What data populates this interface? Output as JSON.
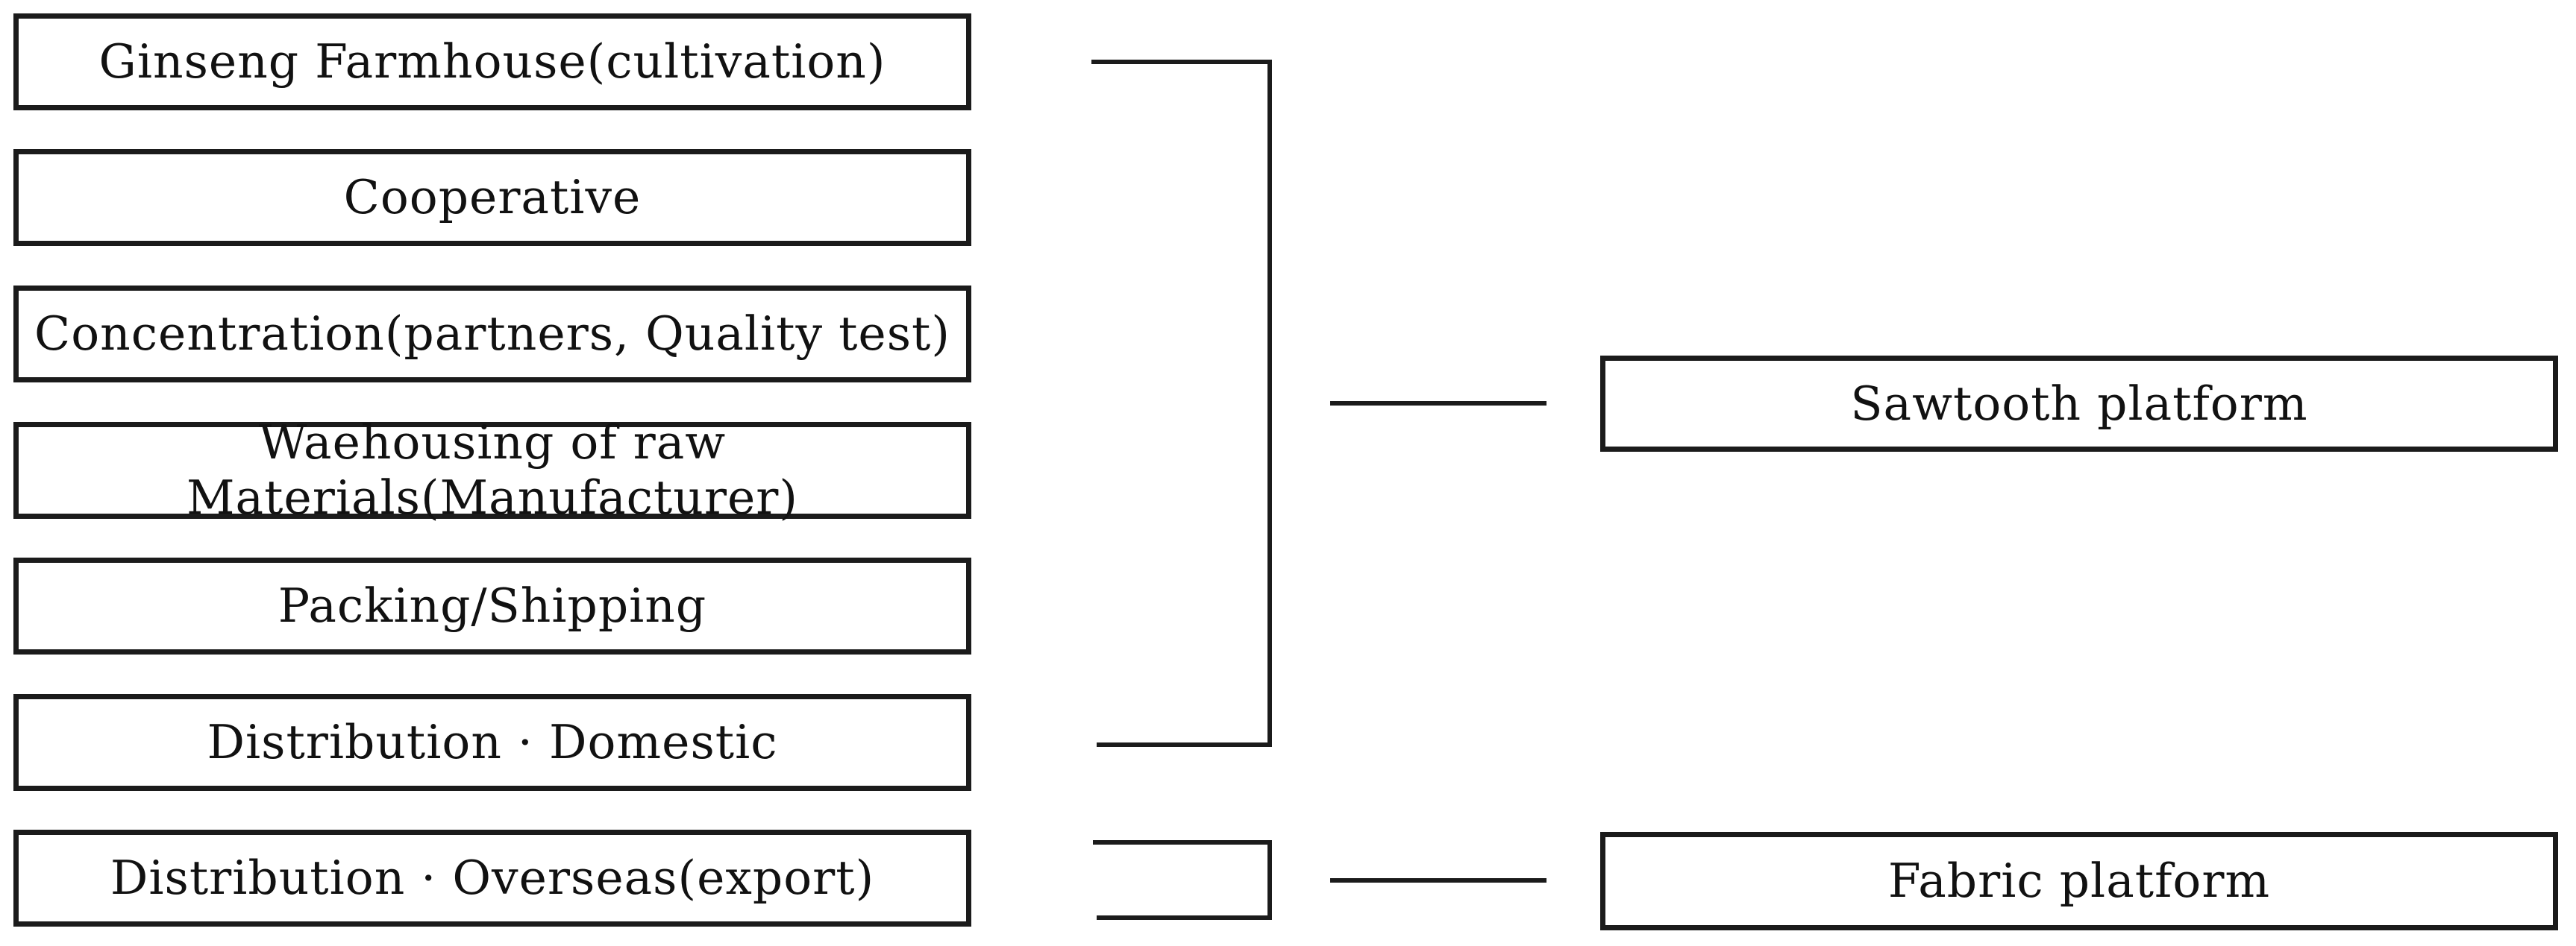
{
  "boxes": {
    "left": [
      {
        "lines": [
          "Ginseng Farmhouse(cultivation)"
        ]
      },
      {
        "lines": [
          "Cooperative"
        ]
      },
      {
        "lines": [
          "Concentration(partners, Quality test)"
        ]
      },
      {
        "lines": [
          "Waehousing of raw",
          "Materials(Manufacturer)"
        ]
      },
      {
        "lines": [
          "Packing/Shipping"
        ]
      },
      {
        "lines": [
          "Distribution · Domestic"
        ]
      },
      {
        "lines": [
          "Distribution · Overseas(export)"
        ]
      }
    ],
    "right": [
      {
        "lines": [
          "Sawtooth platform"
        ]
      },
      {
        "lines": [
          "Fabric platform"
        ]
      }
    ]
  },
  "colors": {
    "line": "#1b1b1b",
    "text": "#111111",
    "background": "#ffffff"
  }
}
